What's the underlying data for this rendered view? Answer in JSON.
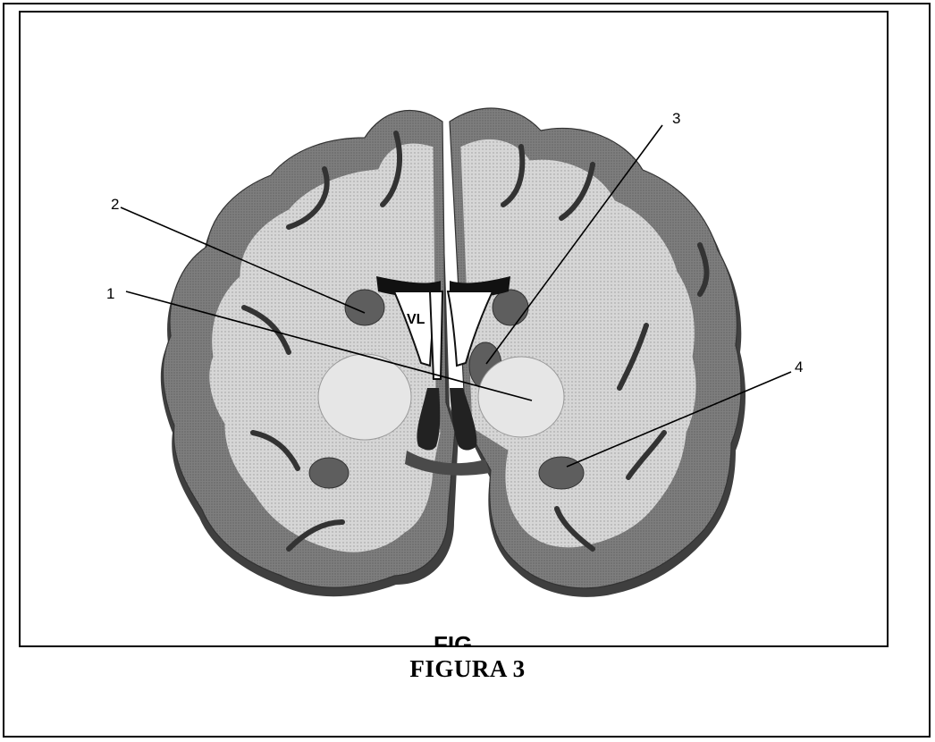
{
  "figure": {
    "caption": "FIGURA 3",
    "cropped_text": "FIG",
    "ventricle_label": "VL",
    "callouts": [
      {
        "id": "1",
        "label": "1"
      },
      {
        "id": "2",
        "label": "2"
      },
      {
        "id": "3",
        "label": "3"
      },
      {
        "id": "4",
        "label": "4"
      }
    ],
    "colors": {
      "cortex": "#7a7a7a",
      "cortex_shadow": "#4a4a4a",
      "white_matter": "#d2d2d2",
      "nucleus": "#6a6a6a",
      "ventricle": "#ffffff",
      "line": "#000000"
    }
  }
}
